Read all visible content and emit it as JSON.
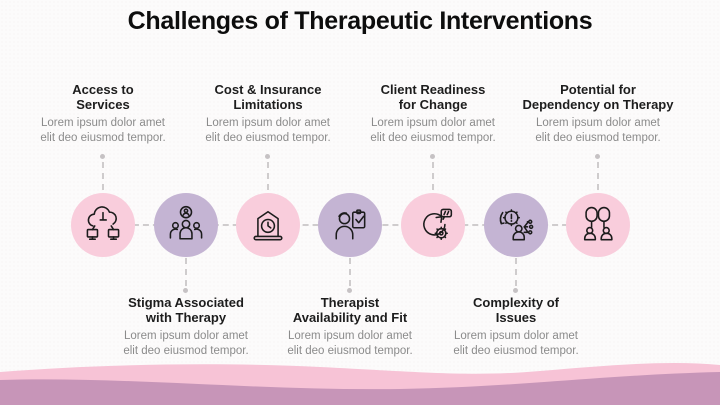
{
  "title": "Challenges of Therapeutic Interventions",
  "items": [
    {
      "heading_line1": "Access to",
      "heading_line2": "Services",
      "body_line1": "Lorem ipsum dolor amet",
      "body_line2": "elit deo eiusmod tempor.",
      "icon": "cloud-access-icon",
      "circle_color": "#f9cddc",
      "label_position": "top"
    },
    {
      "heading_line1": "Stigma Associated",
      "heading_line2": "with Therapy",
      "body_line1": "Lorem ipsum dolor amet",
      "body_line2": "elit deo eiusmod tempor.",
      "icon": "people-group-icon",
      "circle_color": "#c4b4d3",
      "label_position": "bottom"
    },
    {
      "heading_line1": "Cost & Insurance",
      "heading_line2": "Limitations",
      "body_line1": "Lorem ipsum dolor amet",
      "body_line2": "elit deo eiusmod tempor.",
      "icon": "laptop-clock-icon",
      "circle_color": "#f9cddc",
      "label_position": "top"
    },
    {
      "heading_line1": "Therapist",
      "heading_line2": "Availability and Fit",
      "body_line1": "Lorem ipsum dolor amet",
      "body_line2": "elit deo eiusmod tempor.",
      "icon": "person-checklist-icon",
      "circle_color": "#c4b4d3",
      "label_position": "bottom"
    },
    {
      "heading_line1": "Client Readiness",
      "heading_line2": "for Change",
      "body_line1": "Lorem ipsum dolor amet",
      "body_line2": "elit deo eiusmod tempor.",
      "icon": "cycle-gear-icon",
      "circle_color": "#f9cddc",
      "label_position": "top"
    },
    {
      "heading_line1": "Complexity of",
      "heading_line2": "Issues",
      "body_line1": "Lorem ipsum dolor amet",
      "body_line2": "elit deo eiusmod tempor.",
      "icon": "gear-alert-person-icon",
      "circle_color": "#c4b4d3",
      "label_position": "bottom"
    },
    {
      "heading_line1": "Potential for",
      "heading_line2": "Dependency on Therapy",
      "body_line1": "Lorem ipsum dolor amet",
      "body_line2": "elit deo eiusmod tempor.",
      "icon": "chain-people-icon",
      "circle_color": "#f9cddc",
      "label_position": "top"
    }
  ],
  "colors": {
    "background": "#fcfbfb",
    "title_text": "#0d0d0d",
    "heading_text": "#1d1d1d",
    "body_text": "#8b8b8b",
    "pink_circle": "#f9cddc",
    "purple_circle": "#c4b4d3",
    "connector": "#cfcccd",
    "wave_light_pink": "#f7c3d6",
    "wave_mauve": "#c795b8"
  }
}
